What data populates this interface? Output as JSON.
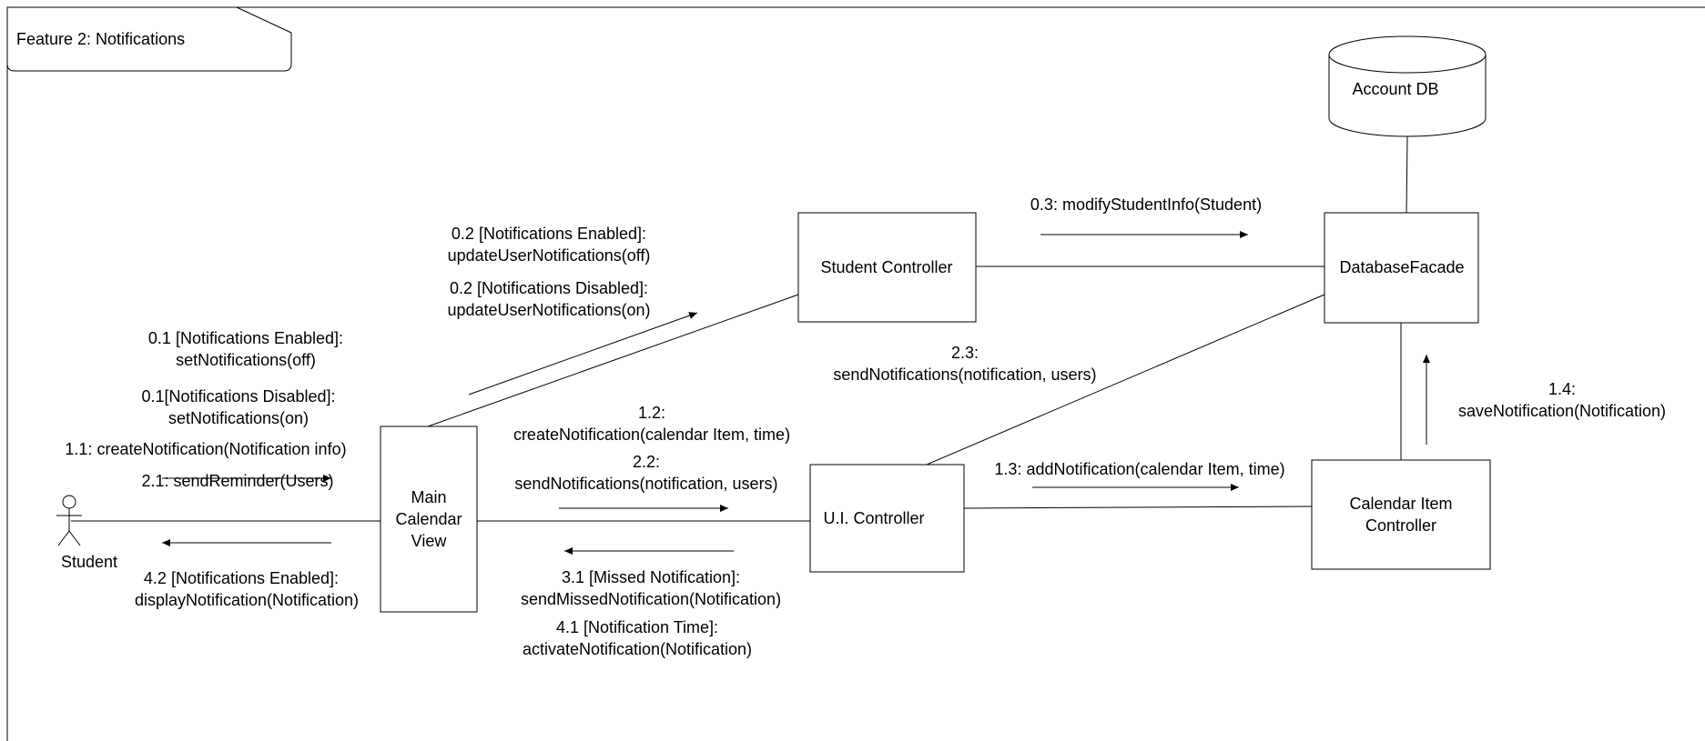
{
  "frame": {
    "title": "Feature 2: Notifications"
  },
  "actor": {
    "label": "Student"
  },
  "nodes": {
    "main_view": [
      "Main",
      "Calendar",
      "View"
    ],
    "student_controller": "Student Controller",
    "database_facade": "DatabaseFacade",
    "account_db": "Account DB",
    "ui_controller": "U.I. Controller",
    "calendar_item_controller": [
      "Calendar Item",
      "Controller"
    ]
  },
  "messages": {
    "m01_enabled": [
      "0.1 [Notifications Enabled]:",
      "setNotifications(off)"
    ],
    "m01_disabled": [
      "0.1[Notifications Disabled]:",
      "setNotifications(on)"
    ],
    "m11": "1.1: createNotification(Notification info)",
    "m21": "2.1: sendReminder(Users)",
    "m42": [
      "4.2 [Notifications Enabled]:",
      "displayNotification(Notification)"
    ],
    "m02_enabled": [
      "0.2 [Notifications Enabled]:",
      "updateUserNotifications(off)"
    ],
    "m02_disabled": [
      "0.2 [Notifications Disabled]:",
      "updateUserNotifications(on)"
    ],
    "m03": "0.3: modifyStudentInfo(Student)",
    "m23": [
      "2.3:",
      "sendNotifications(notification, users)"
    ],
    "m12": [
      "1.2:",
      "createNotification(calendar Item, time)"
    ],
    "m22": [
      "2.2:",
      "sendNotifications(notification, users)"
    ],
    "m31": [
      "3.1 [Missed Notification]:",
      "sendMissedNotification(Notification)"
    ],
    "m41": [
      "4.1 [Notification Time]:",
      "activateNotification(Notification)"
    ],
    "m13": "1.3: addNotification(calendar Item, time)",
    "m14": [
      "1.4:",
      "saveNotification(Notification)"
    ]
  }
}
